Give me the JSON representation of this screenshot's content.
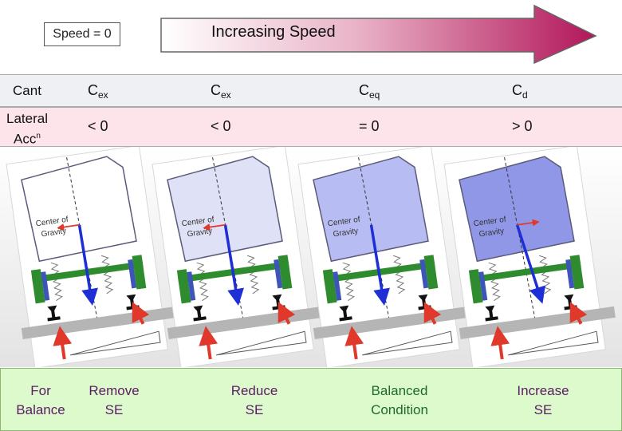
{
  "speed_zero": "Speed = 0",
  "arrow_label": "Increasing Speed",
  "cant": {
    "label": "Cant",
    "values": [
      {
        "base": "C",
        "sub": "ex"
      },
      {
        "base": "C",
        "sub": "ex"
      },
      {
        "base": "C",
        "sub": "eq"
      },
      {
        "base": "C",
        "sub": "d"
      }
    ]
  },
  "lateral": {
    "label_line1": "Lateral",
    "label_line2": "Acc",
    "label_sup": "n",
    "values": [
      "< 0",
      "< 0",
      "= 0",
      "> 0"
    ]
  },
  "cog_line1": "Center of",
  "cog_line2": "Gravity",
  "bottom": {
    "label_line1": "For",
    "label_line2": "Balance",
    "items": [
      {
        "line1": "Remove",
        "line2": "SE"
      },
      {
        "line1": "Reduce",
        "line2": "SE"
      },
      {
        "line1": "Balanced",
        "line2": "Condition"
      },
      {
        "line1": "Increase",
        "line2": "SE"
      }
    ]
  },
  "colors": {
    "body_fills": [
      "#ffffff",
      "#dfe1f7",
      "#b7bcf2",
      "#9097e6"
    ],
    "force_arrow": "#1f2fd6",
    "lateral_arrow": "#e0392b",
    "spring_frame": "#2e8b2e",
    "bottom_bg": "#dcfacc"
  }
}
